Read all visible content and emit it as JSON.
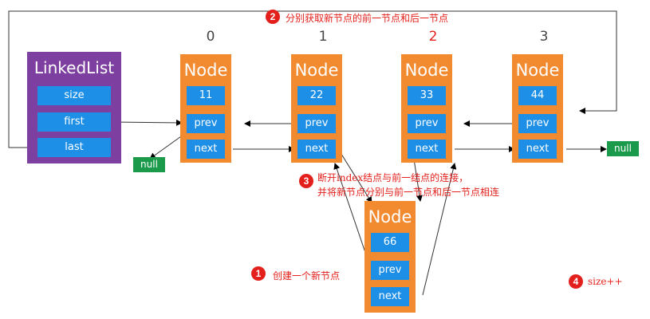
{
  "indices": [
    "0",
    "1",
    "2",
    "3"
  ],
  "highlight_index_color": "#e3201b",
  "linkedlist": {
    "title": "LinkedList",
    "fields": [
      "size",
      "first",
      "last"
    ]
  },
  "nodes": [
    {
      "title": "Node",
      "value": "11",
      "prev": "prev",
      "next": "next"
    },
    {
      "title": "Node",
      "value": "22",
      "prev": "prev",
      "next": "next"
    },
    {
      "title": "Node",
      "value": "33",
      "prev": "prev",
      "next": "next"
    },
    {
      "title": "Node",
      "value": "44",
      "prev": "prev",
      "next": "next"
    }
  ],
  "new_node": {
    "title": "Node",
    "value": "66",
    "prev": "prev",
    "next": "next"
  },
  "nulls": [
    "null",
    "null"
  ],
  "steps": [
    {
      "num": "1",
      "text": "创建一个新节点"
    },
    {
      "num": "2",
      "text": "分别获取新节点的前一节点和后一节点"
    },
    {
      "num": "3",
      "line1": "断开index结点与前一结点的连接，",
      "line2": "并将新节点分别与前一节点和后一节点相连"
    },
    {
      "num": "4",
      "text": "size++"
    }
  ],
  "colors": {
    "node": "#f28a30",
    "cell": "#1e8fe6",
    "linkedlist": "#7d3fa0",
    "null": "#1b9a4c",
    "annotation": "#e3201b"
  }
}
